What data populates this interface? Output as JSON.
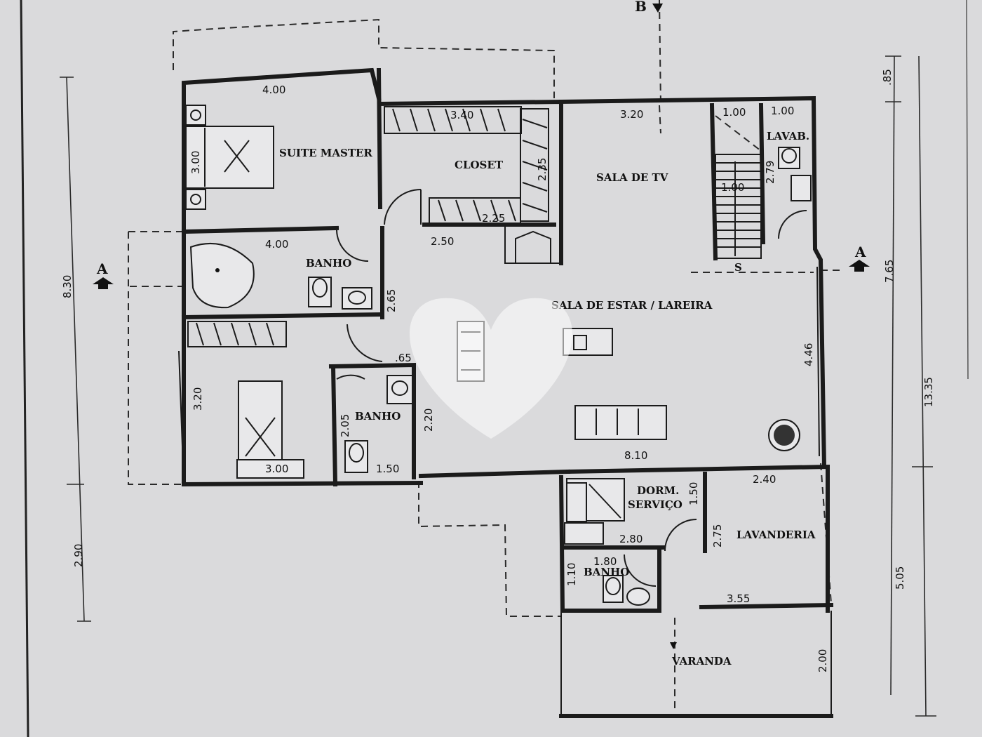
{
  "rooms": {
    "suite_master": "SUITE MASTER",
    "closet": "CLOSET",
    "sala_tv": "SALA DE TV",
    "banho_suite": "BANHO",
    "sala_estar": "SALA DE ESTAR / LAREIRA",
    "banho_social": "BANHO",
    "lavabo": "LAVAB.",
    "dorm_servico_1": "DORM.",
    "dorm_servico_2": "SERVIÇO",
    "banho_servico": "BANHO",
    "lavanderia": "LAVANDERIA",
    "varanda": "VARANDA"
  },
  "stair_label": "S",
  "section_marks": {
    "a_left": "A",
    "a_right": "A",
    "b_top": "B"
  },
  "dimensions": {
    "suite_width": "4.00",
    "suite_depth": "3.00",
    "closet_top": "3.40",
    "closet_side": "2.35",
    "closet_bottom": "2.25",
    "closet_corridor": "2.50",
    "tv_width": "3.20",
    "stair_a": "1.00",
    "stair_b": "1.00",
    "stair_c": "1.00",
    "lavabo_depth": "2.79",
    "bath_suite_width": "4.00",
    "hall_depth": "2.65",
    "door_gap": ".65",
    "bedroom2_depth": "3.20",
    "bedroom2_width": "3.00",
    "bath2_depth": "2.05",
    "bath2_width": "1.50",
    "bath2_side": "2.20",
    "living_width": "8.10",
    "living_depth": "4.46",
    "dorm_width": "2.80",
    "dorm_depth": "1.50",
    "bath3_width": "1.80",
    "bath3_depth": "1.10",
    "laundry_width": "2.40",
    "laundry_depth": "2.75",
    "laundry_bottom": "3.55",
    "varanda_depth": "2.00",
    "left_upper": "8.30",
    "left_lower": "2.90",
    "right_top": ".85",
    "right_mid": "7.65",
    "right_lower": "5.05",
    "right_total": "13.35"
  }
}
